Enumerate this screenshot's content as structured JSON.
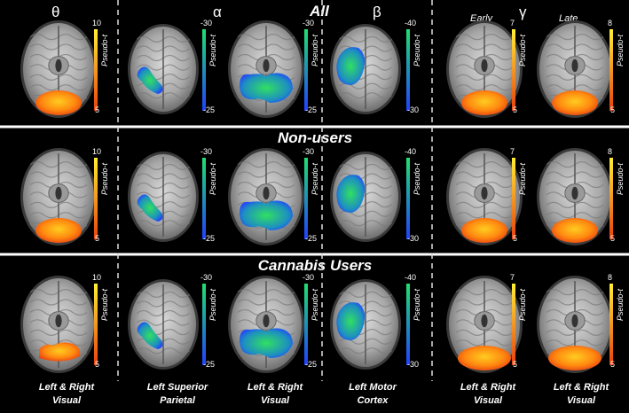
{
  "headers": {
    "theta": "θ",
    "alpha": "α",
    "beta": "β",
    "gamma": "γ",
    "early": "Early",
    "late": "Late"
  },
  "groups": [
    "All",
    "Non-users",
    "Cannabis Users"
  ],
  "colorbar_label": "Pseudo-t",
  "colorbars": {
    "theta": {
      "top": "10",
      "bottom": "5",
      "scheme": "warm"
    },
    "alpha": {
      "top": "-30",
      "bottom": "-25",
      "scheme": "cool"
    },
    "beta": {
      "top": "-40",
      "bottom": "-30",
      "scheme": "cool"
    },
    "gamma_early": {
      "top": "7",
      "bottom": "5",
      "scheme": "warm"
    },
    "gamma_late": {
      "top": "8",
      "bottom": "5",
      "scheme": "warm"
    }
  },
  "footers": {
    "f1": [
      "Left & Right",
      "Visual"
    ],
    "f2": [
      "Left  Superior",
      "Parietal"
    ],
    "f3": [
      "Left & Right",
      "Visual"
    ],
    "f4": [
      "Left  Motor",
      "Cortex"
    ],
    "f5": [
      "Left & Right",
      "Visual"
    ],
    "f6": [
      "Left & Right",
      "Visual"
    ]
  },
  "colors": {
    "background": "#000000",
    "separator": "#ffffff",
    "warm_low": "#e8400f",
    "warm_high": "#ffee33",
    "cool_low": "#2040ff",
    "cool_high": "#20e070"
  }
}
